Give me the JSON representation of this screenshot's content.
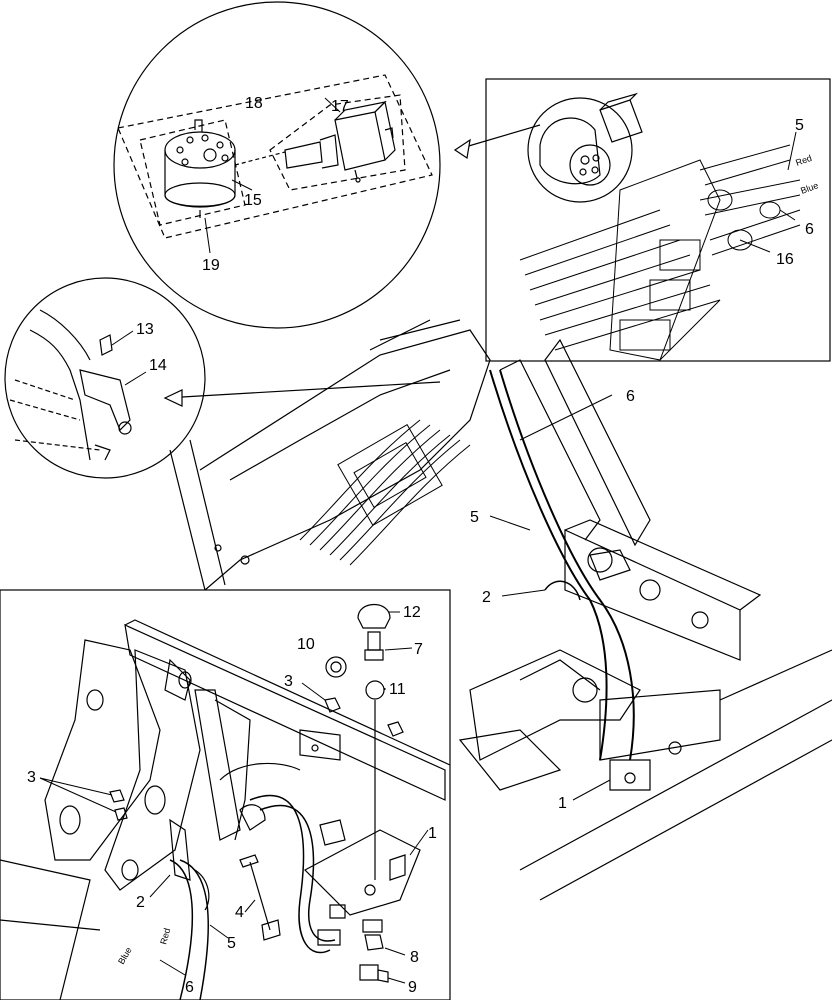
{
  "callouts": {
    "n1": "1",
    "n2": "2",
    "n3": "3",
    "n4": "4",
    "n5": "5",
    "n6": "6",
    "n7": "7",
    "n8": "8",
    "n9": "9",
    "n10": "10",
    "n11": "11",
    "n12": "12",
    "n13": "13",
    "n14": "14",
    "n15": "15",
    "n16": "16",
    "n17": "17",
    "n18": "18",
    "n19": "19"
  },
  "hose_labels": {
    "red": "Red",
    "blue": "Blue"
  },
  "colors": {
    "line": "#000000",
    "background": "#ffffff"
  }
}
